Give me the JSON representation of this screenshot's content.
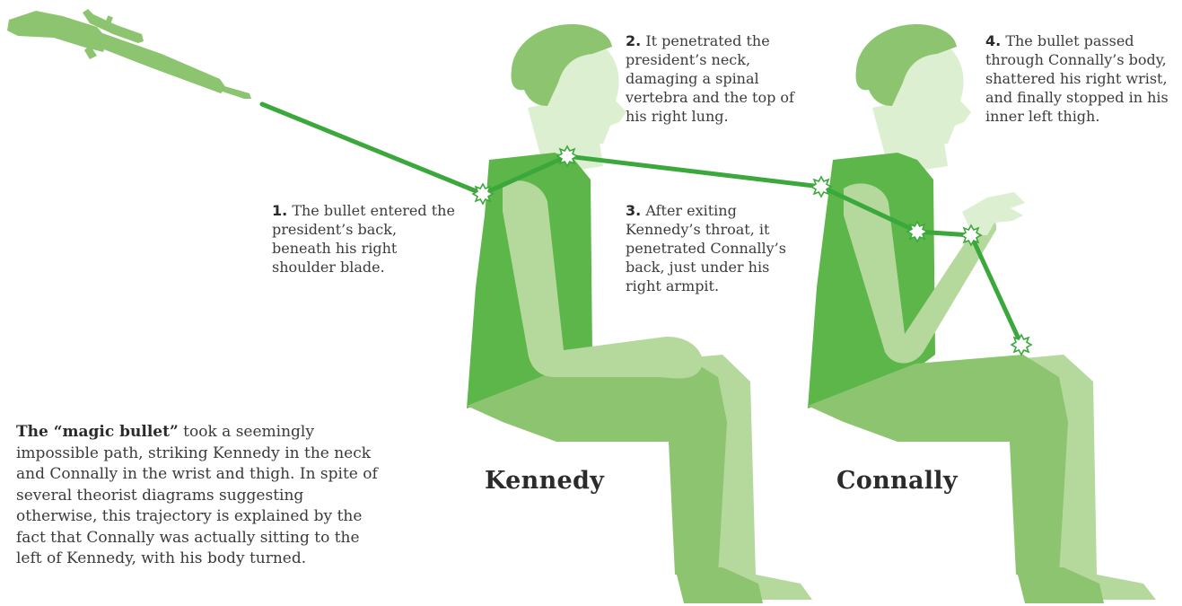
{
  "colors": {
    "dark_green": "#5db64a",
    "mid_green": "#8cc46f",
    "light_green": "#b5d99c",
    "pale_green": "#dcefd0",
    "bullet_path": "#3aa83a",
    "text": "#3a3a3a"
  },
  "icons": {
    "rifle": "rifle-icon",
    "impact": "impact-burst-icon"
  },
  "callouts": [
    {
      "number": "1.",
      "text": "The bullet entered the president’s back, beneath his right shoulder blade."
    },
    {
      "number": "2.",
      "text": "It penetrated the president’s neck, damaging a spinal vertebra and the top of his right lung."
    },
    {
      "number": "3.",
      "text": "After exiting Kennedy’s throat, it penetrated Connally’s back, just under his right armpit."
    },
    {
      "number": "4.",
      "text": "The bullet passed through Connally’s body, shattered his right wrist, and finally stopped in his inner left thigh."
    }
  ],
  "figures": {
    "kennedy_label": "Kennedy",
    "connally_label": "Connally"
  },
  "caption": {
    "lead": "The “magic bullet”",
    "body": " took a seemingly impossible path, striking Kennedy in the neck and Connally in the wrist and thigh. In spite of several theorist diagrams suggesting otherwise, this trajectory is explained by the fact that Connally was actually sitting to the left of Kennedy, with his body turned."
  }
}
